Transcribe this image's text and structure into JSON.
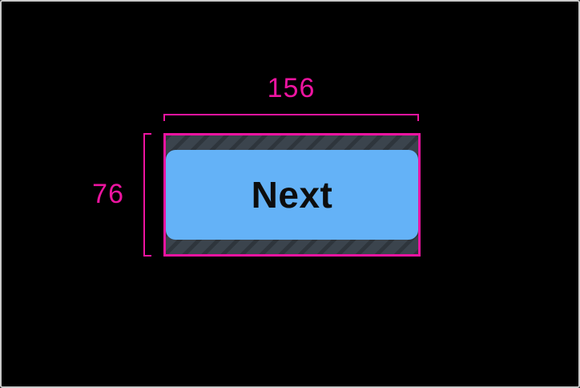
{
  "measurement": {
    "width_label": "156",
    "height_label": "76"
  },
  "button": {
    "label": "Next"
  },
  "colors": {
    "accent": "#ED14A0",
    "button_fill": "#64B2F7",
    "button_text": "#0D0D0D",
    "hatch_bg": "#3B444D",
    "hatch_stripe": "#2E353C",
    "canvas_bg": "#000000",
    "frame_border": "#C9C9C9"
  }
}
